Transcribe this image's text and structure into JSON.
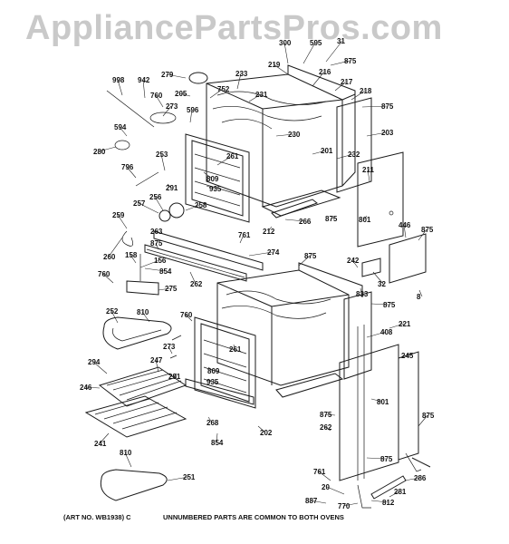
{
  "watermark": "AppliancePartsPros.com",
  "footer": {
    "art_no": "(ART NO. WB1938) C",
    "note": "UNNUMBERED PARTS ARE COMMON TO BOTH OVENS"
  },
  "callouts": [
    "300",
    "595",
    "31",
    "875",
    "219",
    "216",
    "217",
    "218",
    "279",
    "233",
    "998",
    "942",
    "760",
    "205",
    "752",
    "231",
    "875",
    "273",
    "596",
    "203",
    "594",
    "230",
    "201",
    "232",
    "280",
    "261",
    "211",
    "796",
    "253",
    "809",
    "935",
    "291",
    "256",
    "258",
    "875",
    "801",
    "446",
    "875",
    "257",
    "259",
    "263",
    "212",
    "266",
    "761",
    "260",
    "875",
    "274",
    "158",
    "156",
    "875",
    "242",
    "32",
    "760",
    "854",
    "262",
    "833",
    "8",
    "275",
    "875",
    "252",
    "810",
    "760",
    "221",
    "408",
    "245",
    "261",
    "294",
    "273",
    "247",
    "809",
    "291",
    "935",
    "801",
    "246",
    "875",
    "875",
    "262",
    "241",
    "268",
    "202",
    "854",
    "810",
    "875",
    "251",
    "761",
    "286",
    "20",
    "281",
    "887",
    "770",
    "812"
  ]
}
